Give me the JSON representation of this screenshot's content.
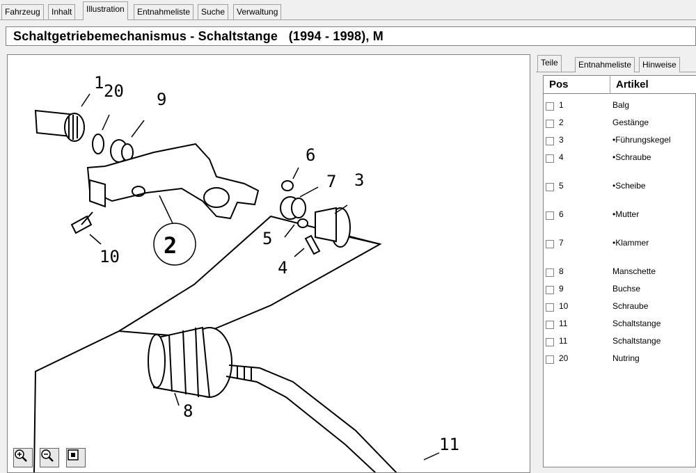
{
  "tabs": [
    "Fahrzeug",
    "Inhalt",
    "Illustration",
    "Entnahmeliste",
    "Suche",
    "Verwaltung"
  ],
  "title": "Schaltgetriebemechanismus - Schaltstange   (1994 - 1998), M",
  "side_tabs": [
    "Teile",
    "Entnahmeliste",
    "Hinweise"
  ],
  "table": {
    "headers": [
      "Pos",
      "Artikel"
    ],
    "rows": [
      {
        "pos": "1",
        "artikel": "Balg"
      },
      {
        "pos": "2",
        "artikel": "Gestänge"
      },
      {
        "pos": "3",
        "artikel": "•Führungskegel"
      },
      {
        "pos": "4",
        "artikel": "•Schraube"
      },
      {
        "pos": "5",
        "artikel": "•Scheibe"
      },
      {
        "pos": "6",
        "artikel": "•Mutter"
      },
      {
        "pos": "7",
        "artikel": "•Klammer"
      },
      {
        "pos": "8",
        "artikel": "Manschette"
      },
      {
        "pos": "9",
        "artikel": "Buchse"
      },
      {
        "pos": "10",
        "artikel": "Schraube"
      },
      {
        "pos": "11",
        "artikel": "Schaltstange"
      },
      {
        "pos": "11",
        "artikel": "Schaltstange"
      },
      {
        "pos": "20",
        "artikel": "Nutring"
      }
    ]
  },
  "callouts": [
    "1",
    "20",
    "9",
    "6",
    "7",
    "3",
    "2",
    "10",
    "5",
    "4",
    "8",
    "11"
  ],
  "icons": {
    "zoom_in": "zoom-in-icon",
    "zoom_out": "zoom-out-icon",
    "fit": "fit-to-window-icon"
  }
}
